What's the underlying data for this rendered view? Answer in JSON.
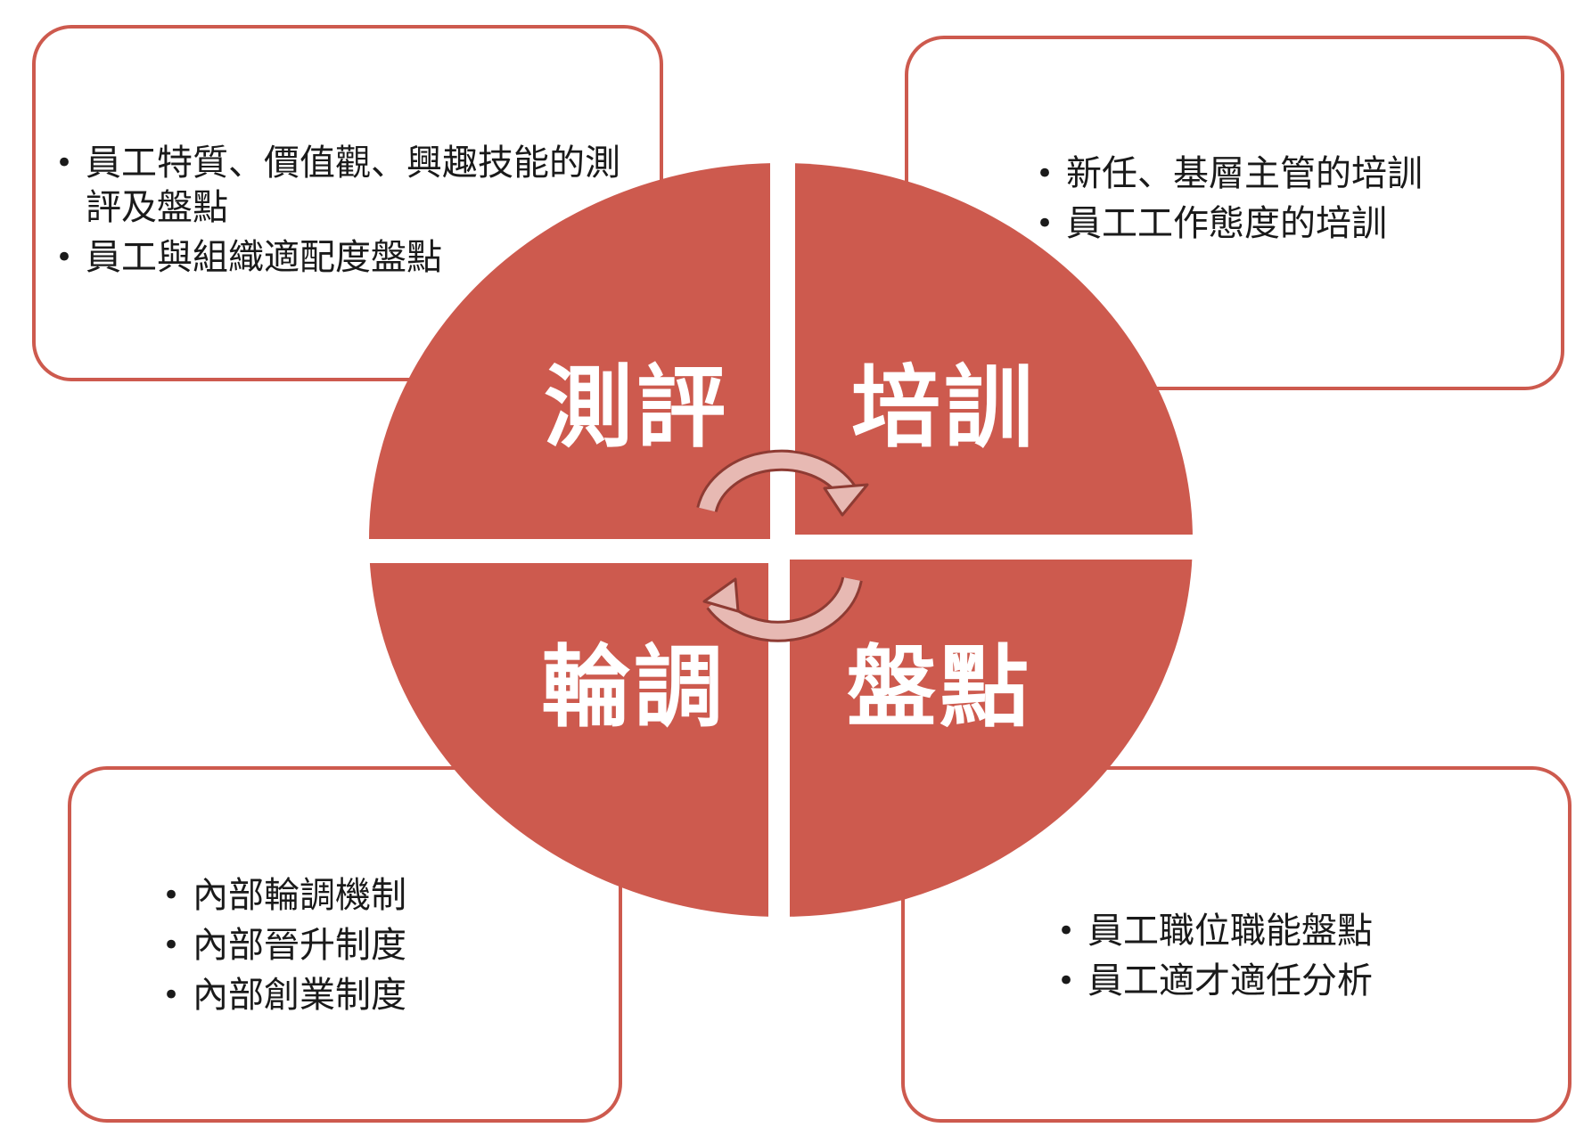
{
  "colors": {
    "quadrant": "#cd5a4e",
    "border": "#cd5a4e",
    "arrow": "#e7b9b3",
    "label": "#ffffff"
  },
  "quadrants": {
    "top_left": "測評",
    "top_right": "培訓",
    "bottom_left": "輪調",
    "bottom_right": "盤點"
  },
  "boxes": {
    "top_left": {
      "items": [
        "員工特質、價值觀、興趣技能的測評及盤點",
        "員工與組織適配度盤點"
      ]
    },
    "top_right": {
      "items": [
        "新任、基層主管的培訓",
        "員工工作態度的培訓"
      ]
    },
    "bottom_left": {
      "items": [
        "內部輪調機制",
        "內部晉升制度",
        "內部創業制度"
      ]
    },
    "bottom_right": {
      "items": [
        "員工職位職能盤點",
        "員工適才適任分析"
      ]
    }
  },
  "icons": {
    "top_arrow": "curved-arrow-clockwise-icon",
    "bottom_arrow": "curved-arrow-counterclockwise-icon"
  }
}
